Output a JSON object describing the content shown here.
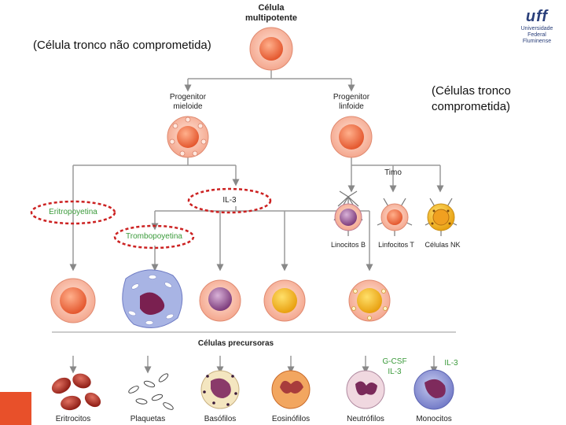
{
  "title_line1": "Célula",
  "title_line2": "multipotente",
  "note_uncommitted": "(Célula tronco não comprometida)",
  "note_committed_1": "(Células tronco",
  "note_committed_2": "comprometida)",
  "myeloid_1": "Progenitor",
  "myeloid_2": "mieloide",
  "lymphoid_1": "Progenitor",
  "lymphoid_2": "linfoide",
  "thymus": "Timo",
  "il3": "IL-3",
  "epo": "Eritropoyetina",
  "tpo": "Trombopoyetina",
  "lymph_b": "Linocitos B",
  "lymph_t": "Linfocitos T",
  "nk": "Células NK",
  "precursors": "Células precursoras",
  "gcsf": "G-CSF",
  "il3_b": "IL-3",
  "il3_c": "IL-3",
  "final": [
    "Eritrocitos",
    "Plaquetas",
    "Basófilos",
    "Eosinófilos",
    "Neutrófilos",
    "Monocitos"
  ],
  "logo_mark": "uff",
  "logo_l1": "Universidade",
  "logo_l2": "Federal",
  "logo_l3": "Fluminense",
  "colors": {
    "orange": "#e8502a",
    "cell_fill": "#f7b5a2",
    "nucleus": "#f07a50",
    "line": "#999999",
    "highlight": "#cc2222"
  }
}
